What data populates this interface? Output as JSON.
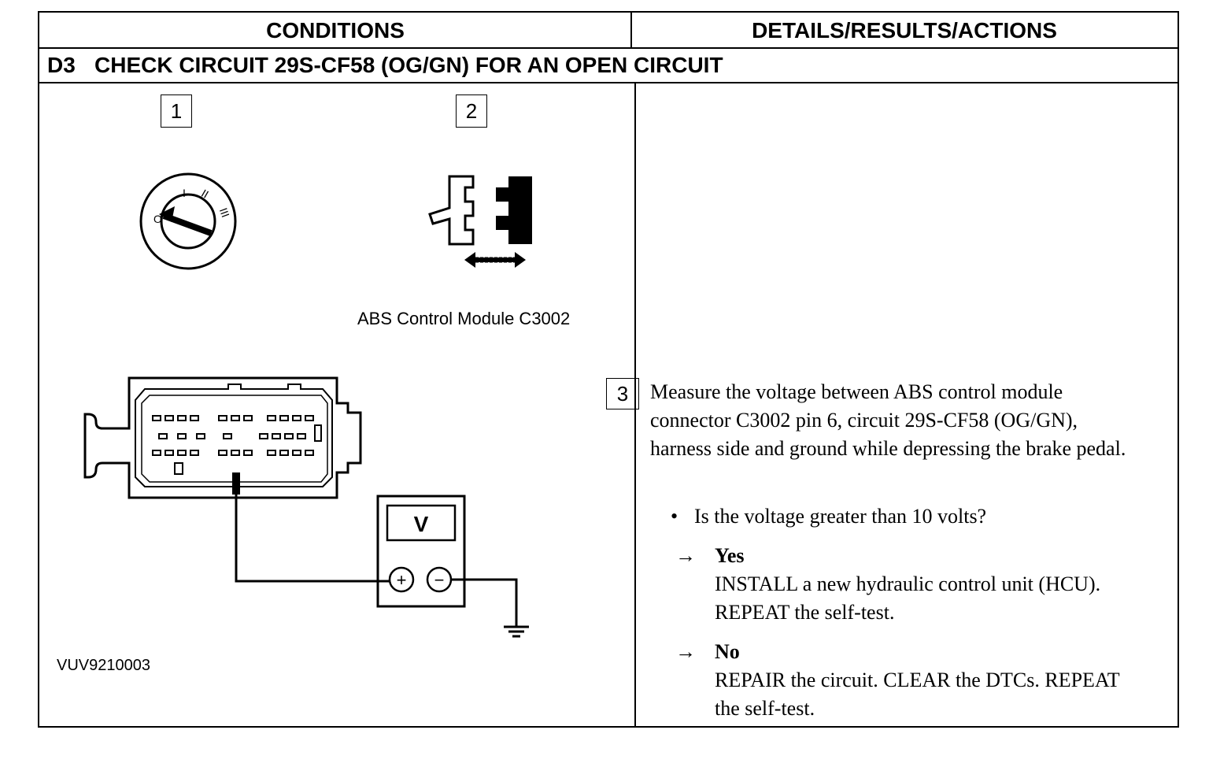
{
  "table": {
    "header_conditions": "CONDITIONS",
    "header_details": "DETAILS/RESULTS/ACTIONS",
    "step_id": "D3",
    "step_title": "CHECK CIRCUIT 29S-CF58 (OG/GN) FOR AN OPEN CIRCUIT"
  },
  "figure": {
    "step1_number": "1",
    "step2_number": "2",
    "connector_caption": "ABS Control Module C3002",
    "voltmeter_label": "V",
    "plus_symbol": "+",
    "minus_symbol": "−",
    "ignition_labels": [
      "O",
      "I",
      "II",
      "III"
    ],
    "figure_id": "VUV9210003"
  },
  "details": {
    "step3_number": "3",
    "instruction": "Measure the voltage between ABS control module connector C3002 pin 6, circuit 29S-CF58 (OG/GN), harness side and ground while depressing the brake pedal.",
    "bullet_symbol": "•",
    "question": "Is the voltage greater than 10 volts?",
    "arrow_symbol": "→",
    "yes_label": "Yes",
    "yes_action": "INSTALL a new hydraulic control unit (HCU). REPEAT the self-test.",
    "no_label": "No",
    "no_action": "REPAIR the circuit. CLEAR the DTCs. REPEAT the self-test."
  }
}
